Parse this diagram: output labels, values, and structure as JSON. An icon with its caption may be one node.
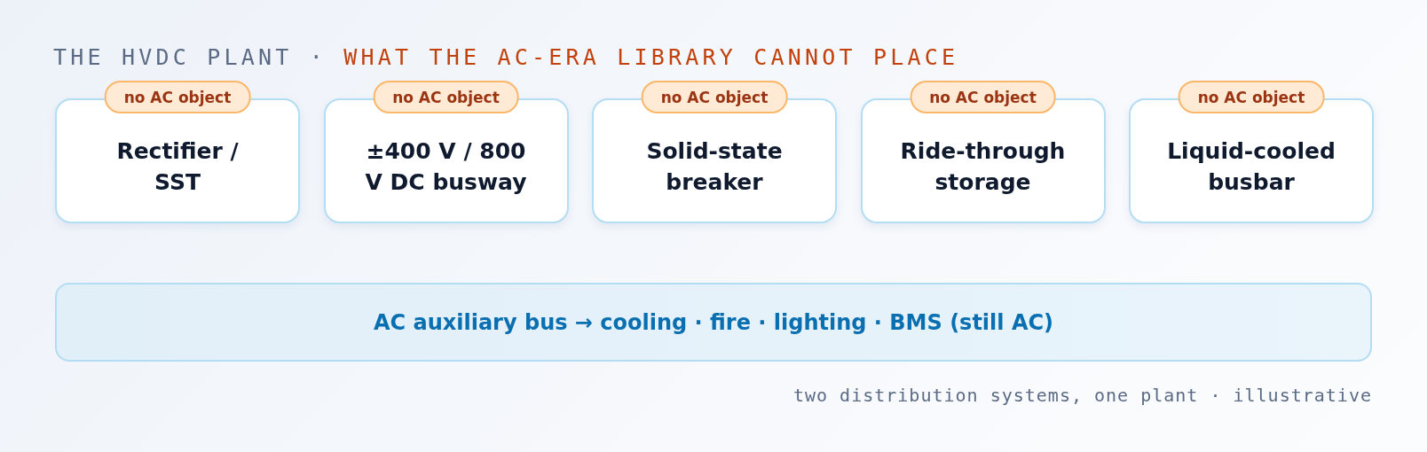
{
  "diagram": {
    "title": "THE HVDC PLANT · *WHAT THE AC-ERA LIBRARY CANNOT PLACE*",
    "caption": "two distribution systems, one plant · illustrative",
    "nodes": [
      {
        "text": [
          "no AC object"
        ]
      },
      {
        "text": [
          "Rectifier / SST"
        ]
      },
      {
        "text": [
          "no AC object"
        ]
      },
      {
        "text": [
          "±400 V / 800 V DC busway"
        ]
      },
      {
        "text": [
          "no AC object"
        ]
      },
      {
        "text": [
          "Solid-state breaker"
        ]
      },
      {
        "text": [
          "no AC object"
        ]
      },
      {
        "text": [
          "Ride-through storage"
        ]
      },
      {
        "text": [
          "no AC object"
        ]
      },
      {
        "text": [
          "Liquid-cooled busbar"
        ]
      },
      {
        "text": [
          "AC auxiliary bus → cooling · fire · lighting · BMS (still AC)"
        ]
      }
    ]
  }
}
